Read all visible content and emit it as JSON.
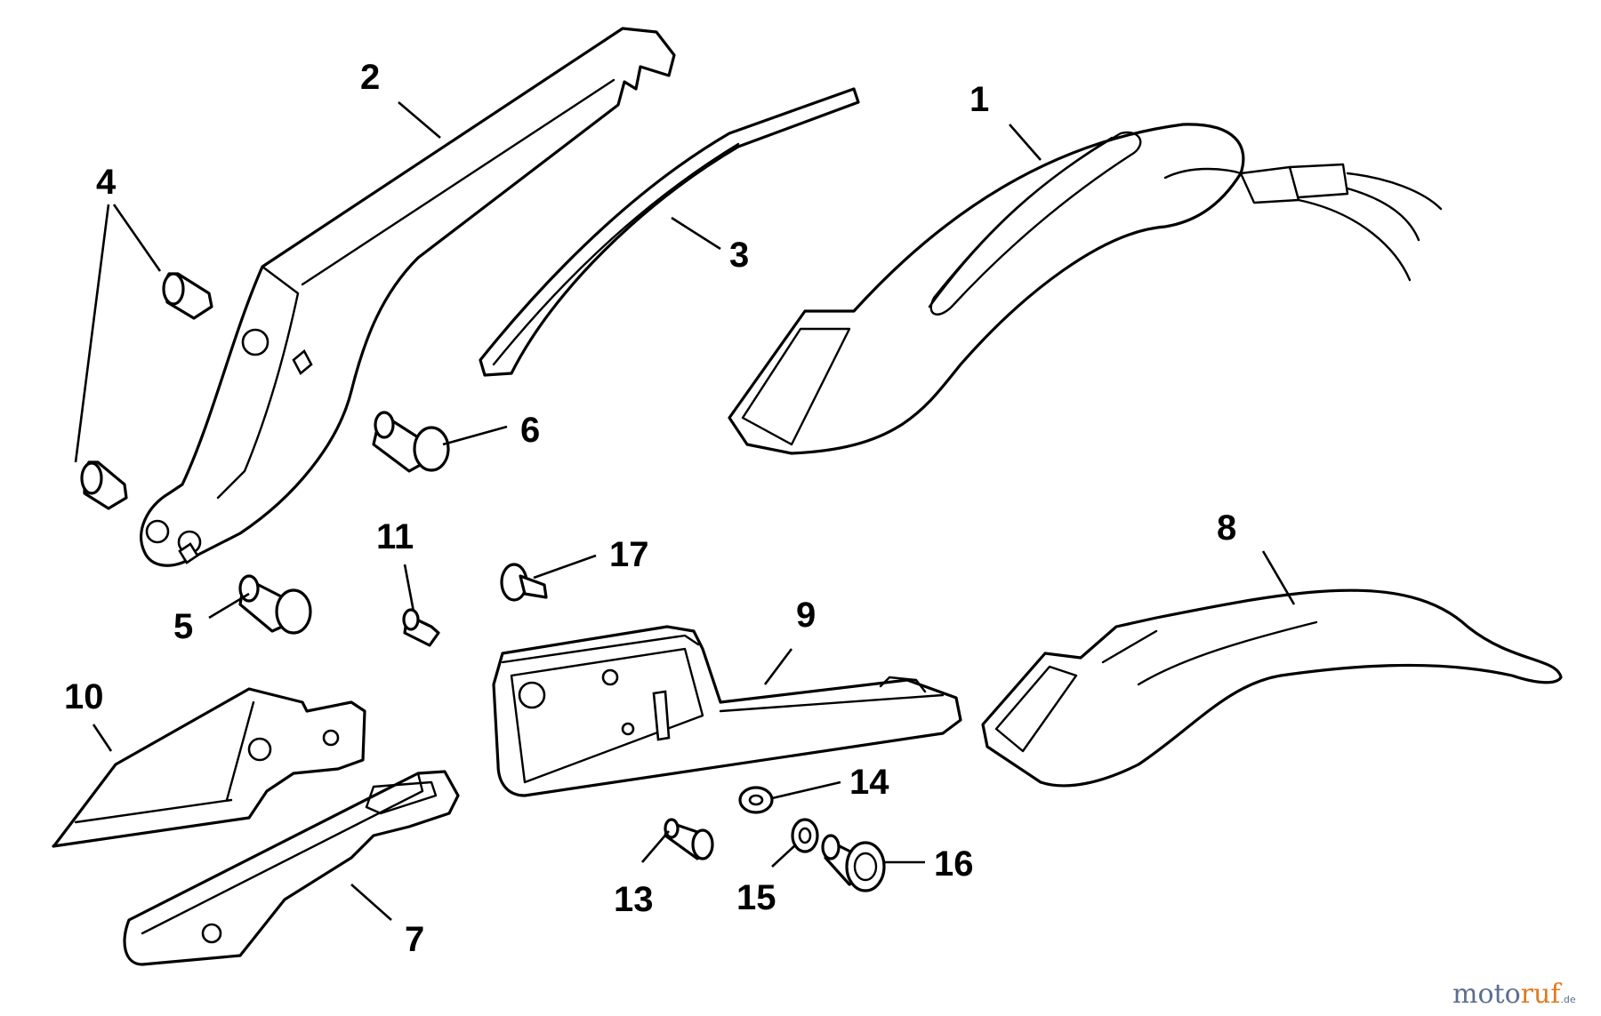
{
  "diagram": {
    "callouts": [
      "1",
      "2",
      "3",
      "4",
      "5",
      "6",
      "7",
      "8",
      "9",
      "10",
      "11",
      "13",
      "14",
      "15",
      "16",
      "17"
    ]
  },
  "watermark": {
    "part1": "moto",
    "part2": "ruf",
    "part3": ".de",
    "color_primary": "#5b6f8f",
    "color_accent": "#e07a1f"
  }
}
